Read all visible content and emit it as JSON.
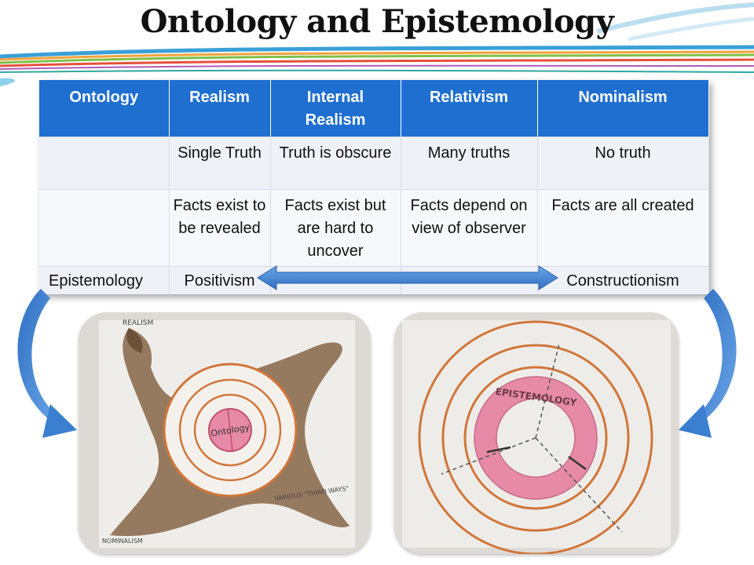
{
  "slide": {
    "title": "Ontology and Epistemology"
  },
  "table": {
    "headers": [
      "Ontology",
      "Realism",
      "Internal Realism",
      "Relativism",
      "Nominalism"
    ],
    "rows": [
      [
        "",
        "Single Truth",
        "Truth is obscure",
        "Many truths",
        "No truth"
      ],
      [
        "",
        "Facts exist to be revealed",
        "Facts exist but are hard to uncover",
        "Facts depend on view of observer",
        "Facts are all created"
      ],
      [
        "Epistemology",
        "Positivism",
        "",
        "",
        "Constructionism"
      ]
    ]
  },
  "left_drawing": {
    "top_label": "REALISM",
    "center_label": "Ontology",
    "side_note": "VARIOUS \"THIRD WAYS\"",
    "bottom_label": "NOMINALISM"
  },
  "right_drawing": {
    "ring_label": "EPISTEMOLOGY"
  },
  "colors": {
    "header_blue": "#1f6fd0",
    "arrow_blue": "#3a7fd0",
    "ring_orange": "#d0763a",
    "ring_pink": "#e68aa8",
    "tissue_brown": "#8a6a4c"
  },
  "icons": {
    "range_arrow": "double-headed-arrow",
    "left_curve": "curved-arrow-left",
    "right_curve": "curved-arrow-right"
  }
}
